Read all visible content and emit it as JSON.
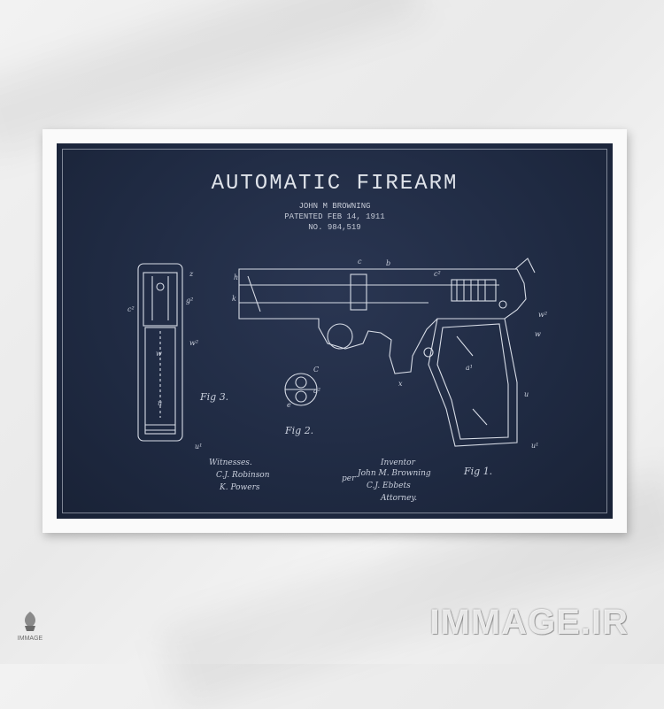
{
  "poster": {
    "title": "AUTOMATIC FIREARM",
    "inventor_name": "JOHN M BROWNING",
    "patent_date": "PATENTED FEB 14, 1911",
    "patent_number": "NO. 984,519",
    "fig1_label": "Fig 1.",
    "fig2_label": "Fig 2.",
    "fig3_label": "Fig 3.",
    "witnesses_label": "Witnesses.",
    "witness_1": "C.J. Robinson",
    "witness_2": "K. Powers",
    "inventor_label": "Inventor",
    "inventor_signature": "John M. Browning",
    "per_label": "per",
    "attorney_signature": "C.J. Ebbets",
    "attorney_label": "Attorney."
  },
  "watermark": {
    "text": "IMMAGE.IR",
    "logo_text": "IMMAGE"
  },
  "colors": {
    "wall": "#ececec",
    "frame": "#fafafa",
    "blueprint": "#1f2a42",
    "ink": "#dfe3ea"
  }
}
